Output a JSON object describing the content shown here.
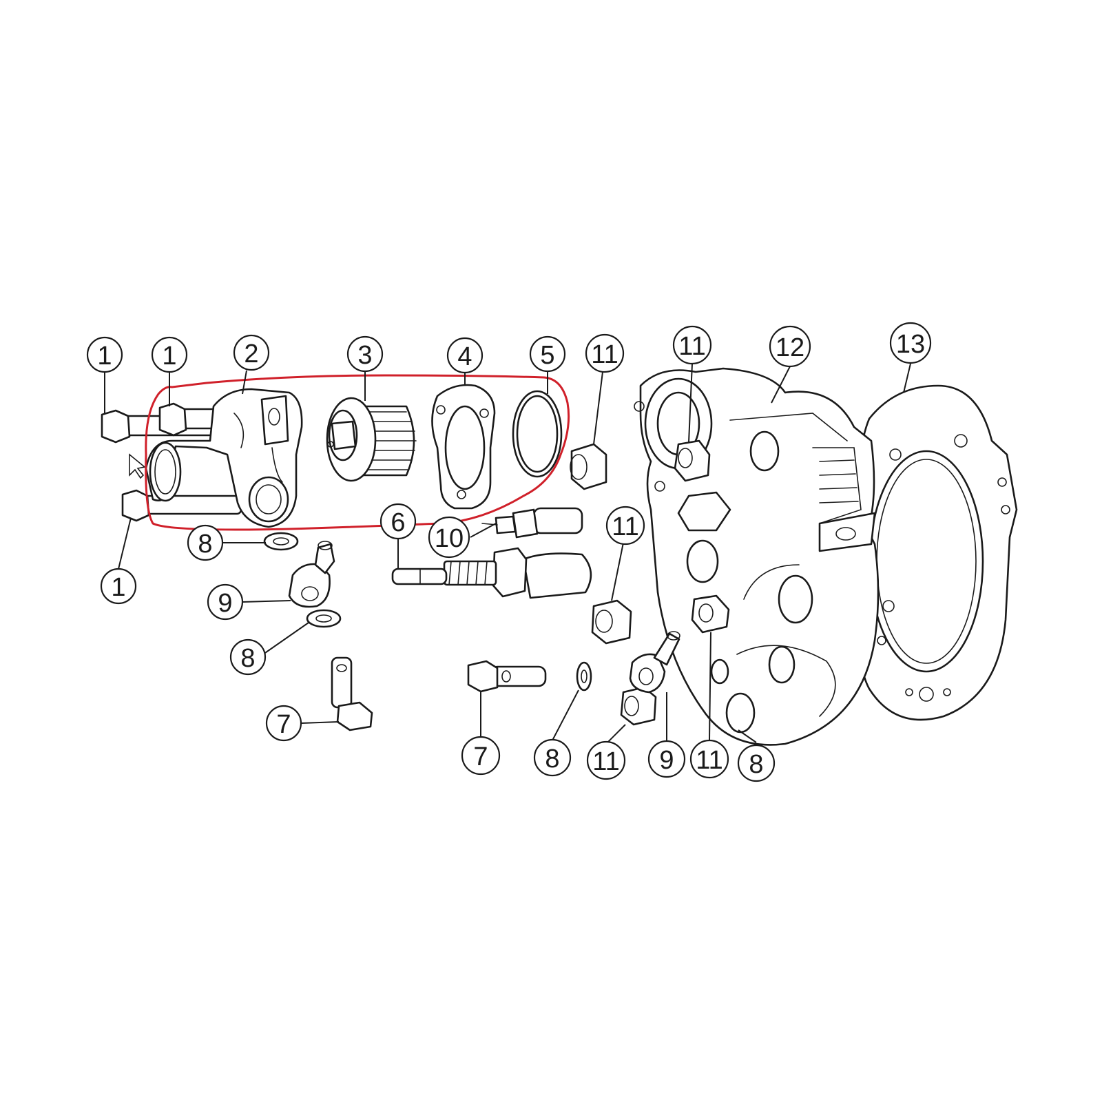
{
  "highlight_color": "#d0202a",
  "callouts": [
    {
      "label": "1"
    },
    {
      "label": "1"
    },
    {
      "label": "2"
    },
    {
      "label": "3"
    },
    {
      "label": "4"
    },
    {
      "label": "5"
    },
    {
      "label": "11"
    },
    {
      "label": "11"
    },
    {
      "label": "12"
    },
    {
      "label": "13"
    },
    {
      "label": "1"
    },
    {
      "label": "8"
    },
    {
      "label": "6"
    },
    {
      "label": "10"
    },
    {
      "label": "9"
    },
    {
      "label": "11"
    },
    {
      "label": "8"
    },
    {
      "label": "7"
    },
    {
      "label": "7"
    },
    {
      "label": "8"
    },
    {
      "label": "11"
    },
    {
      "label": "9"
    },
    {
      "label": "11"
    },
    {
      "label": "8"
    }
  ]
}
